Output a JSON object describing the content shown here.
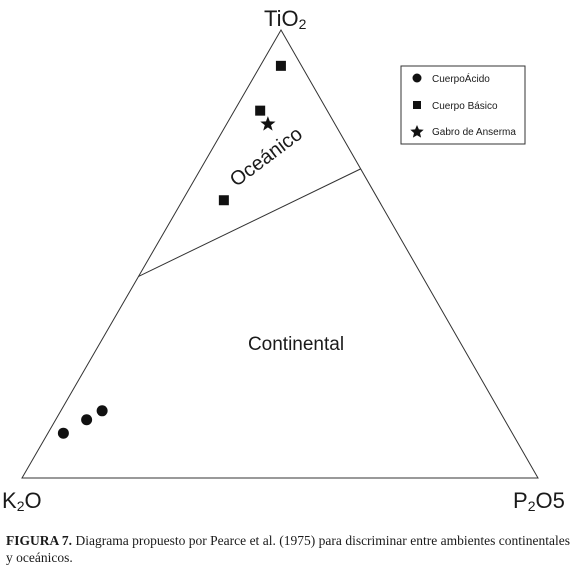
{
  "figure": {
    "vertices": {
      "top": {
        "main": "TiO",
        "sub": "2",
        "tail": ""
      },
      "left": {
        "main": "K",
        "sub": "2",
        "tail": "O"
      },
      "right": {
        "main": "P",
        "sub": "2",
        "tail": "O5"
      }
    },
    "fields": {
      "oceanic": "Oceánico",
      "continental": "Continental"
    },
    "legend": [
      {
        "label": "CuerpoÁcido",
        "marker": "circle"
      },
      {
        "label": "Cuerpo Básico",
        "marker": "square"
      },
      {
        "label": "Gabro de Anserma",
        "marker": "star"
      }
    ],
    "chart_data": {
      "type": "scatter",
      "subtype": "ternary",
      "axes": [
        "TiO2",
        "K2O",
        "P2O5"
      ],
      "field_boundary": {
        "from_TiO2_on_TiO2_P2O5_side": 0.69,
        "to_TiO2_on_TiO2_K2O_side": 0.45
      },
      "series": [
        {
          "name": "CuerpoÁcido",
          "marker": "circle",
          "points": [
            {
              "TiO2": 0.15,
              "K2O": 0.77,
              "P2O5": 0.08
            },
            {
              "TiO2": 0.13,
              "K2O": 0.81,
              "P2O5": 0.06
            },
            {
              "TiO2": 0.1,
              "K2O": 0.87,
              "P2O5": 0.03
            }
          ]
        },
        {
          "name": "Cuerpo Básico",
          "marker": "square",
          "points": [
            {
              "TiO2": 0.92,
              "K2O": 0.04,
              "P2O5": 0.04
            },
            {
              "TiO2": 0.82,
              "K2O": 0.13,
              "P2O5": 0.05
            },
            {
              "TiO2": 0.62,
              "K2O": 0.3,
              "P2O5": 0.08
            }
          ]
        },
        {
          "name": "Gabro de Anserma",
          "marker": "star",
          "points": [
            {
              "TiO2": 0.79,
              "K2O": 0.13,
              "P2O5": 0.08
            }
          ]
        }
      ]
    }
  },
  "caption": {
    "label": "FIGURA 7.",
    "text": " Diagrama propuesto por Pearce et al. (1975) para discriminar entre ambientes continentales y oceánicos."
  }
}
